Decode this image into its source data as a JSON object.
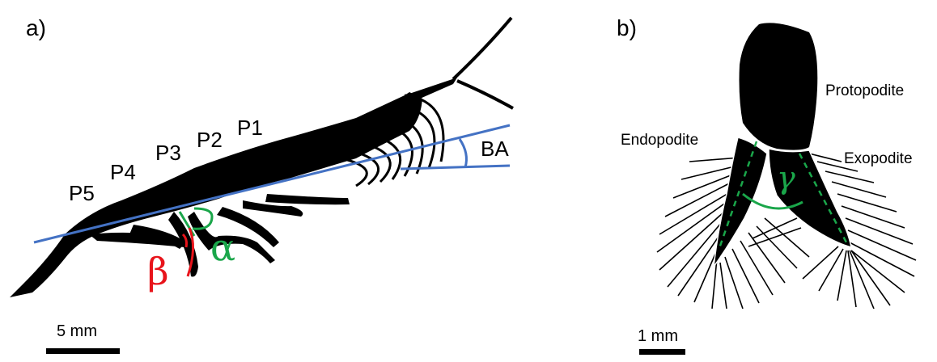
{
  "panels": {
    "a": "a)",
    "b": "b)"
  },
  "segments": [
    "P5",
    "P4",
    "P3",
    "P2",
    "P1"
  ],
  "angles": {
    "body_angle": "BA",
    "alpha": "α",
    "beta": "β",
    "gamma": "γ"
  },
  "parts": {
    "protopodite": "Protopodite",
    "endopodite": "Endopodite",
    "exopodite": "Exopodite"
  },
  "scale_bars": {
    "a": "5 mm",
    "b": "1 mm"
  },
  "colors": {
    "body_line": "#4472c4",
    "alpha": "#1aa64a",
    "beta": "#e8141b",
    "gamma": "#1aa64a",
    "silhouette": "#000000"
  }
}
